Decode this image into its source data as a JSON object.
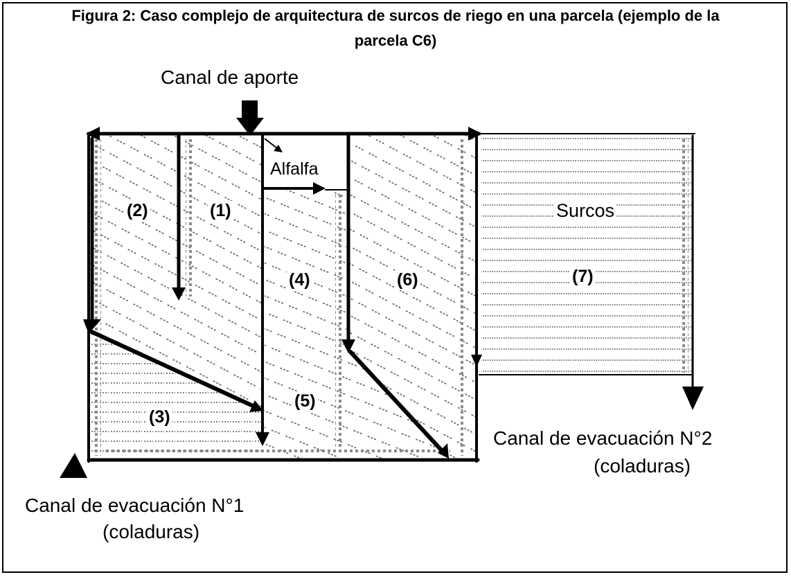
{
  "figure": {
    "title_line1": "Figura 2: Caso complejo de arquitectura de surcos de riego en una parcela (ejemplo de la",
    "title_line2": "parcela C6)"
  },
  "labels": {
    "inlet_canal": "Canal de aporte",
    "crop": "Alfalfa",
    "furrows": "Surcos",
    "outlet1_line1": "Canal de evacuación N°1",
    "outlet1_line2": "(coladuras)",
    "outlet2_line1": "Canal de evacuación N°2",
    "outlet2_line2": "(coladuras)"
  },
  "sections": [
    "(1)",
    "(2)",
    "(3)",
    "(4)",
    "(5)",
    "(6)",
    "(7)"
  ],
  "colors": {
    "line": "#000000",
    "hatch": "#555555",
    "dots": "#8a8a8a",
    "background": "#ffffff"
  }
}
